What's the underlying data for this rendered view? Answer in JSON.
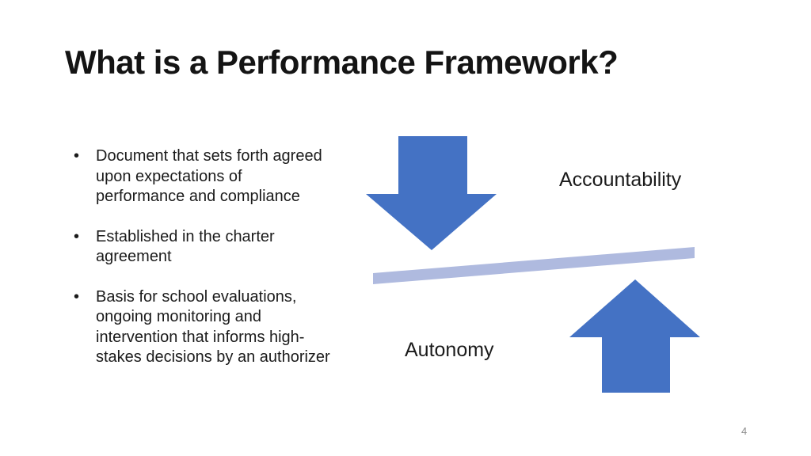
{
  "slide": {
    "title": "What is a Performance Framework?",
    "page_number": "4",
    "background_color": "#ffffff"
  },
  "bullets": [
    {
      "text": "Document that sets forth agreed\nupon expectations of\nperformance and compliance"
    },
    {
      "text": "Established in the charter\nagreement"
    },
    {
      "text": "Basis for school evaluations,\nongoing monitoring and\nintervention that informs high-\nstakes decisions by an authorizer"
    }
  ],
  "diagram": {
    "accountability_label": "Accountability",
    "autonomy_label": "Autonomy",
    "arrow_color": "#4472C4",
    "bar_color": "#AFBADF"
  }
}
